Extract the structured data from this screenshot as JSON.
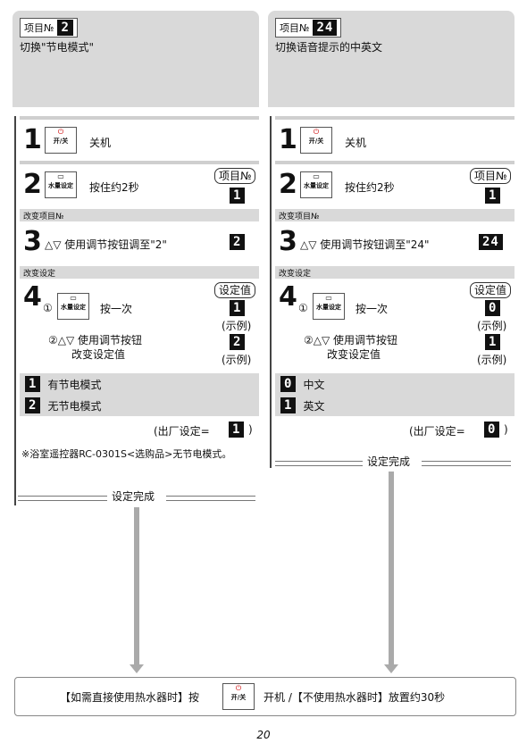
{
  "left": {
    "tag_label": "项目№",
    "tag_value": "2",
    "title": "切换\"节电模式\"",
    "step1_label": "关机",
    "step2_label": "按住约2秒",
    "step2_badge": "项目№",
    "step2_value": "1",
    "section3": "改变项目№",
    "step3_label": "△▽ 使用调节按钮调至\"2\"",
    "step3_value": "2",
    "section4": "改变设定",
    "step4_badge": "设定值",
    "step4_a": "按一次",
    "step4_a_value": "1",
    "step4_b_line1": "②△▽ 使用调节按钮",
    "step4_b_line2": "改变设定值",
    "step4_b_value": "2",
    "example": "(示例)",
    "options": [
      {
        "code": "1",
        "text": "有节电模式"
      },
      {
        "code": "2",
        "text": "无节电模式"
      }
    ],
    "factory_prefix": "(出厂设定=",
    "factory_value": "1",
    "factory_suffix": ")",
    "note": "※浴室遥控器RC-0301S<选购品>无节电模式。",
    "done": "设定完成"
  },
  "right": {
    "tag_label": "项目№",
    "tag_value": "24",
    "title": "切换语音提示的中英文",
    "step1_label": "关机",
    "step2_label": "按住约2秒",
    "step2_badge": "项目№",
    "step2_value": "1",
    "section3": "改变项目№",
    "step3_label": "△▽ 使用调节按钮调至\"24\"",
    "step3_value": "24",
    "section4": "改变设定",
    "step4_badge": "设定值",
    "step4_a": "按一次",
    "step4_a_value": "0",
    "step4_b_line1": "②△▽ 使用调节按钮",
    "step4_b_line2": "改变设定值",
    "step4_b_value": "1",
    "example": "(示例)",
    "options": [
      {
        "code": "0",
        "text": "中文"
      },
      {
        "code": "1",
        "text": "英文"
      }
    ],
    "factory_prefix": "(出厂设定=",
    "factory_value": "0",
    "factory_suffix": ")",
    "done": "设定完成"
  },
  "buttons": {
    "power_label": "开/关",
    "water_label": "水量设定",
    "circle1": "①"
  },
  "bottom": {
    "part1": "【如需直接使用热水器时】按",
    "part2": "开机 /【不使用热水器时】放置约30秒"
  },
  "page_number": "20"
}
